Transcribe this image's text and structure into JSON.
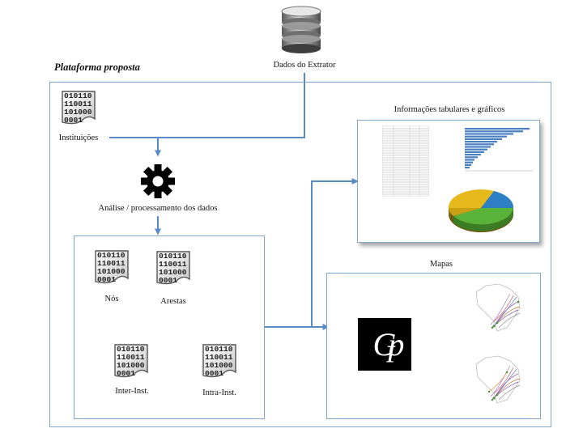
{
  "title": "Plataforma proposta",
  "database": {
    "label": "Dados do Extrator",
    "icon": "database-icon"
  },
  "binary_code": [
    "010110",
    "110011",
    "101000",
    "0001"
  ],
  "institutions": {
    "label": "Instituições"
  },
  "processing": {
    "label": "Análise / processamento dos dados",
    "icon": "gear-icon"
  },
  "graph_files": {
    "nodes": "Nós",
    "edges": "Arestas",
    "inter": "Inter-Inst.",
    "intra": "Intra-Inst."
  },
  "tabular": {
    "label": "Informações tabulares e gráficos"
  },
  "maps": {
    "label": "Mapas",
    "logo_text": "Gp"
  },
  "colors": {
    "border": "#7ea6cf",
    "arrow": "#5a8ac4"
  }
}
